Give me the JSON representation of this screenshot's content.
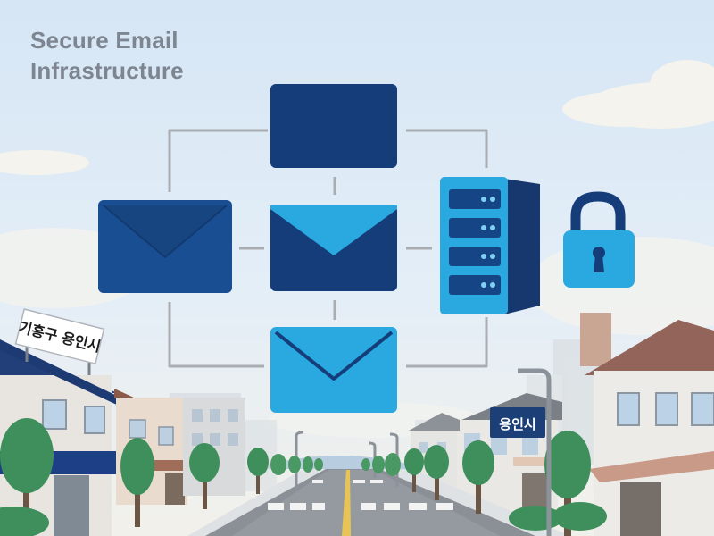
{
  "diagram": {
    "title_line1": "Secure Email",
    "title_line2": "Infrastructure"
  },
  "street": {
    "left_sign": "기흥구 용인시",
    "right_sign": "용인시"
  },
  "colors": {
    "navy": "#143d7a",
    "mid_blue": "#1a4e92",
    "cyan": "#2aa8e0",
    "connector": "#a9adb2",
    "sky": "#dbe9f6"
  },
  "icons": [
    "envelope-icon",
    "server-icon",
    "lock-icon"
  ]
}
